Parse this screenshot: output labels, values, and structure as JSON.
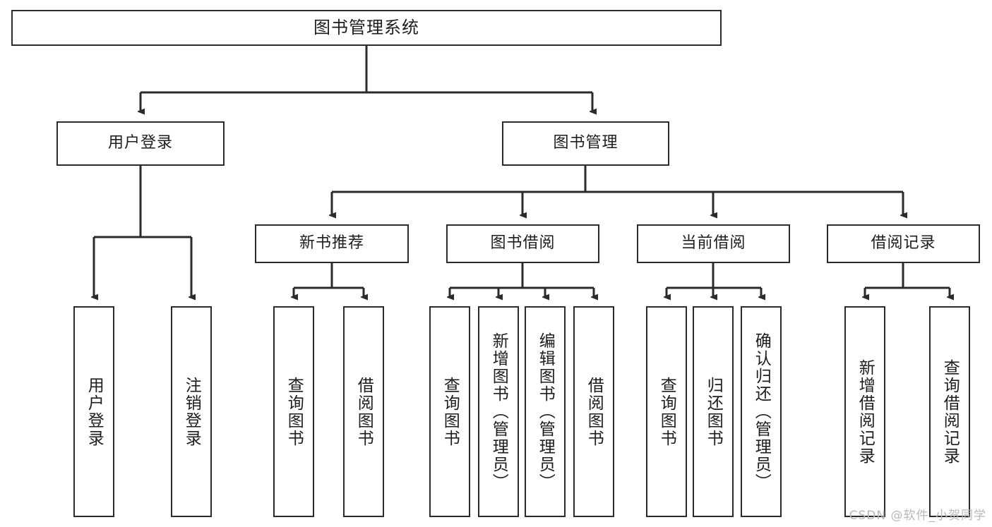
{
  "diagram": {
    "title": "图书管理系统",
    "watermark": "CSDN @软件_小贺同学",
    "colors": {
      "stroke": "#2b2b2b",
      "fill": "#ffffff",
      "text": "#1d1d1d",
      "watermark": "#b9b9b9"
    },
    "root": {
      "label": "图书管理系统"
    },
    "level2": [
      {
        "id": "user-login",
        "label": "用户登录"
      },
      {
        "id": "book-manage",
        "label": "图书管理"
      }
    ],
    "level3": [
      {
        "id": "new-book-recommend",
        "label": "新书推荐",
        "parent": "book-manage"
      },
      {
        "id": "book-borrow",
        "label": "图书借阅",
        "parent": "book-manage"
      },
      {
        "id": "current-borrow",
        "label": "当前借阅",
        "parent": "book-manage"
      },
      {
        "id": "borrow-record",
        "label": "借阅记录",
        "parent": "book-manage"
      }
    ],
    "leaves": [
      {
        "id": "leaf-user-login",
        "label": "用户登录",
        "parent": "user-login"
      },
      {
        "id": "leaf-logout",
        "label": "注销登录",
        "parent": "user-login"
      },
      {
        "id": "leaf-query-book-1",
        "label": "查询图书",
        "parent": "new-book-recommend"
      },
      {
        "id": "leaf-borrow-book-1",
        "label": "借阅图书",
        "parent": "new-book-recommend"
      },
      {
        "id": "leaf-query-book-2",
        "label": "查询图书",
        "parent": "book-borrow"
      },
      {
        "id": "leaf-add-book",
        "label": "新增图书（管理员）",
        "parent": "book-borrow"
      },
      {
        "id": "leaf-edit-book",
        "label": "编辑图书（管理员）",
        "parent": "book-borrow"
      },
      {
        "id": "leaf-borrow-book-2",
        "label": "借阅图书",
        "parent": "book-borrow"
      },
      {
        "id": "leaf-query-book-3",
        "label": "查询图书",
        "parent": "current-borrow"
      },
      {
        "id": "leaf-return-book",
        "label": "归还图书",
        "parent": "current-borrow"
      },
      {
        "id": "leaf-confirm-return",
        "label": "确认归还（管理员）",
        "parent": "current-borrow"
      },
      {
        "id": "leaf-add-record",
        "label": "新增借阅记录",
        "parent": "borrow-record"
      },
      {
        "id": "leaf-query-record",
        "label": "查询借阅记录",
        "parent": "borrow-record"
      }
    ]
  }
}
